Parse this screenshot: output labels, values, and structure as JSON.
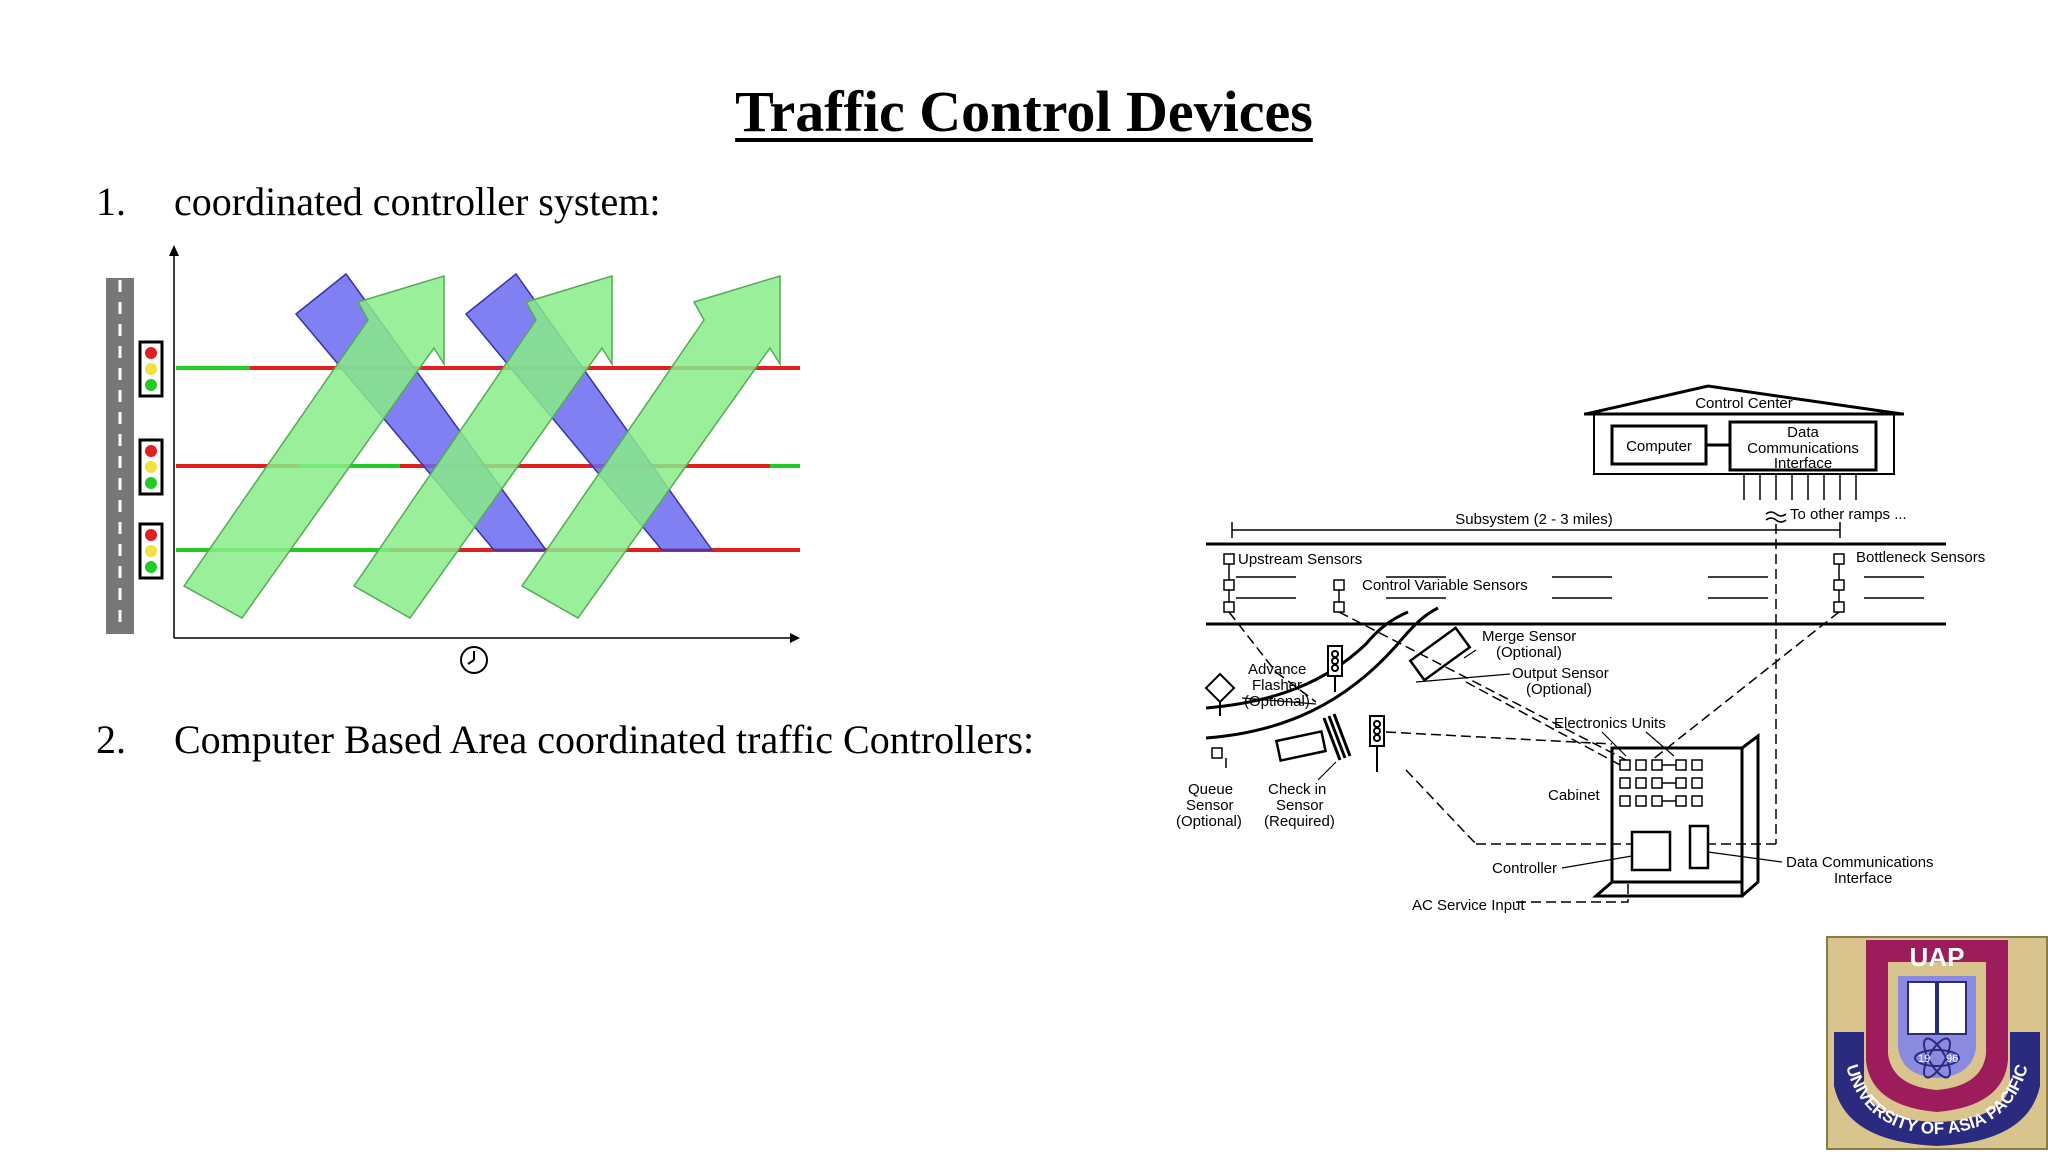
{
  "slide": {
    "title": "Traffic Control Devices",
    "items": [
      {
        "number": "1.",
        "text": "coordinated controller system:"
      },
      {
        "number": "2.",
        "text": "Computer Based Area coordinated traffic Controllers:"
      }
    ]
  },
  "figure2": {
    "control_center": "Control Center",
    "computer": "Computer",
    "data_comm_1": "Data",
    "data_comm_2": "Communications",
    "data_comm_3": "Interface",
    "to_other_ramps": "To other ramps ...",
    "subsystem": "Subsystem (2 - 3 miles)",
    "upstream_sensors": "Upstream Sensors",
    "bottleneck_sensors": "Bottleneck Sensors",
    "control_variable_sensors": "Control Variable Sensors",
    "merge_sensor_1": "Merge Sensor",
    "merge_sensor_2": "(Optional)",
    "output_sensor_1": "Output Sensor",
    "output_sensor_2": "(Optional)",
    "advance_flasher_1": "Advance",
    "advance_flasher_2": "Flasher",
    "advance_flasher_3": "(Optional)",
    "electronics_units": "Electronics Units",
    "cabinet": "Cabinet",
    "queue_sensor_1": "Queue",
    "queue_sensor_2": "Sensor",
    "queue_sensor_3": "(Optional)",
    "checkin_sensor_1": "Check in",
    "checkin_sensor_2": "Sensor",
    "checkin_sensor_3": "(Required)",
    "controller": "Controller",
    "dci_1": "Data Communications",
    "dci_2": "Interface",
    "ac_service_input": "AC Service Input"
  },
  "logo": {
    "abbr": "UAP",
    "name": "UNIVERSITY OF ASIA PACIFIC",
    "year_left": "19",
    "year_right": "96"
  },
  "colors": {
    "green_band": "#88ec88",
    "blue_band": "#7a7af0",
    "red_line": "#e02020",
    "green_line": "#22cc22",
    "logo_maroon": "#9c1c5c",
    "logo_navy": "#2a2a7e",
    "logo_gold": "#d8c48c"
  },
  "icons": [
    "traffic-light-icon",
    "clock-icon",
    "traffic-light-icon",
    "sensor-box-icon"
  ]
}
